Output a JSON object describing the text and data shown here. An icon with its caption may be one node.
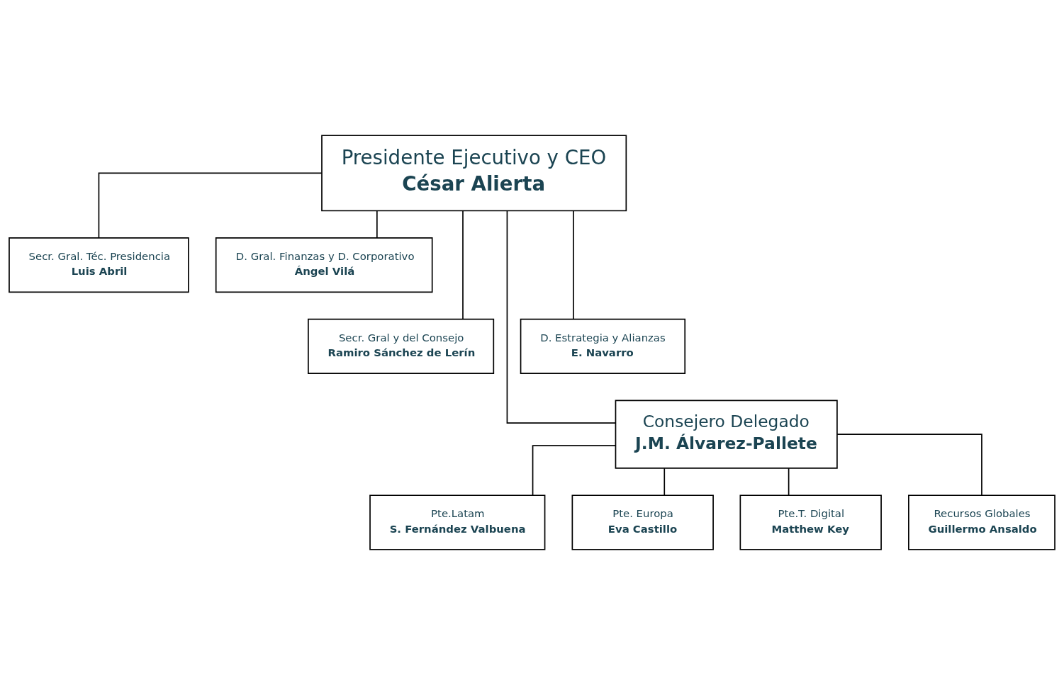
{
  "diagram": {
    "nodes": [
      {
        "text": [
          "Presidente Ejecutivo y CEO",
          "César Alierta"
        ]
      },
      {
        "text": [
          "Secr. Gral. Téc. Presidencia",
          "Luis Abril"
        ]
      },
      {
        "text": [
          "D. Gral. Finanzas y D. Corporativo",
          "Ángel Vilá"
        ]
      },
      {
        "text": [
          "Secr. Gral y del Consejo",
          "Ramiro Sánchez de Lerín"
        ]
      },
      {
        "text": [
          "D. Estrategia y Alianzas",
          "E. Navarro"
        ]
      },
      {
        "text": [
          "Consejero Delegado",
          "J.M. Álvarez-Pallete"
        ]
      },
      {
        "text": [
          "Pte.Latam",
          "S. Fernández Valbuena"
        ]
      },
      {
        "text": [
          "Pte. Europa",
          "Eva Castillo"
        ]
      },
      {
        "text": [
          "Pte.T. Digital",
          "Matthew Key"
        ]
      },
      {
        "text": [
          "Recursos Globales",
          "Guillermo Ansaldo"
        ]
      }
    ],
    "edges": [
      {
        "from": 0,
        "to": 1,
        "arrow": "none"
      },
      {
        "from": 0,
        "to": 2,
        "arrow": "none"
      },
      {
        "from": 0,
        "to": 3,
        "arrow": "none"
      },
      {
        "from": 0,
        "to": 4,
        "arrow": "none"
      },
      {
        "from": 0,
        "to": 5,
        "arrow": "none"
      },
      {
        "from": 5,
        "to": 6,
        "arrow": "none"
      },
      {
        "from": 5,
        "to": 7,
        "arrow": "none"
      },
      {
        "from": 5,
        "to": 8,
        "arrow": "none"
      },
      {
        "from": 5,
        "to": 9,
        "arrow": "none"
      }
    ]
  }
}
